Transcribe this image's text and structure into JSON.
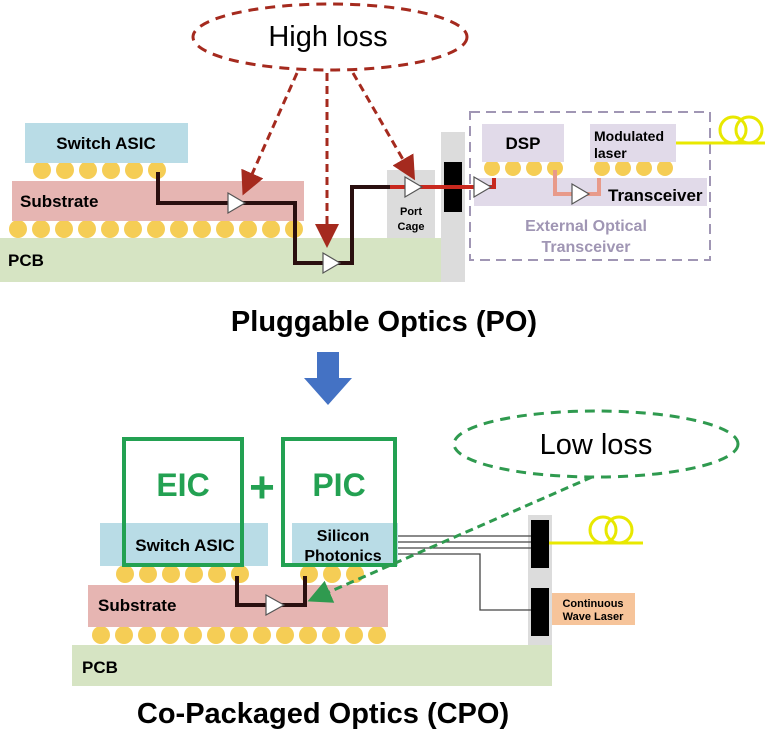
{
  "top": {
    "callout": "High loss",
    "switch_asic": "Switch ASIC",
    "substrate": "Substrate",
    "pcb": "PCB",
    "port_cage_line1": "Port",
    "port_cage_line2": "Cage",
    "dsp": "DSP",
    "modulated_laser_line1": "Modulated",
    "modulated_laser_line2": "laser",
    "transceiver": "Transceiver",
    "external_line1": "External Optical",
    "external_line2": "Transceiver",
    "caption": "Pluggable Optics (PO)"
  },
  "bottom": {
    "callout": "Low loss",
    "eic": "EIC",
    "plus": "+",
    "pic": "PIC",
    "switch_asic": "Switch ASIC",
    "silicon_line1": "Silicon",
    "silicon_line2": "Photonics",
    "substrate": "Substrate",
    "pcb": "PCB",
    "cw_laser_line1": "Continuous",
    "cw_laser_line2": "Wave Laser",
    "caption": "Co-Packaged Optics (CPO)"
  },
  "colors": {
    "asic_blue": "#b9dce6",
    "substrate_pink": "#e6b5b2",
    "pcb_green": "#d6e4c3",
    "bump_yellow": "#f5cd55",
    "high_loss_red": "#a52a1e",
    "low_loss_green": "#2f9a4f",
    "eic_pic_green": "#23a152",
    "arrow_blue": "#4472c4",
    "fiber_yellow": "#e8e800",
    "trace_dark": "#2a0f0f",
    "trace_red": "#c8281e",
    "trace_pink": "#e89a8a",
    "laser_orange": "#f6c49a",
    "external_gray": "#a096b4"
  }
}
